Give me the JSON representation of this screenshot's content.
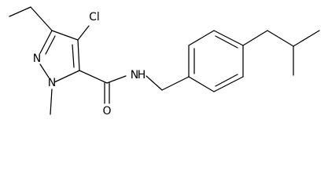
{
  "atoms": {
    "cl": "Cl",
    "n2": "N",
    "n1": "N",
    "o": "O",
    "amide_n": "N",
    "amide_h": "H"
  },
  "colors": {
    "bond": "#000000",
    "label": "#000000",
    "background": "#ffffff"
  }
}
